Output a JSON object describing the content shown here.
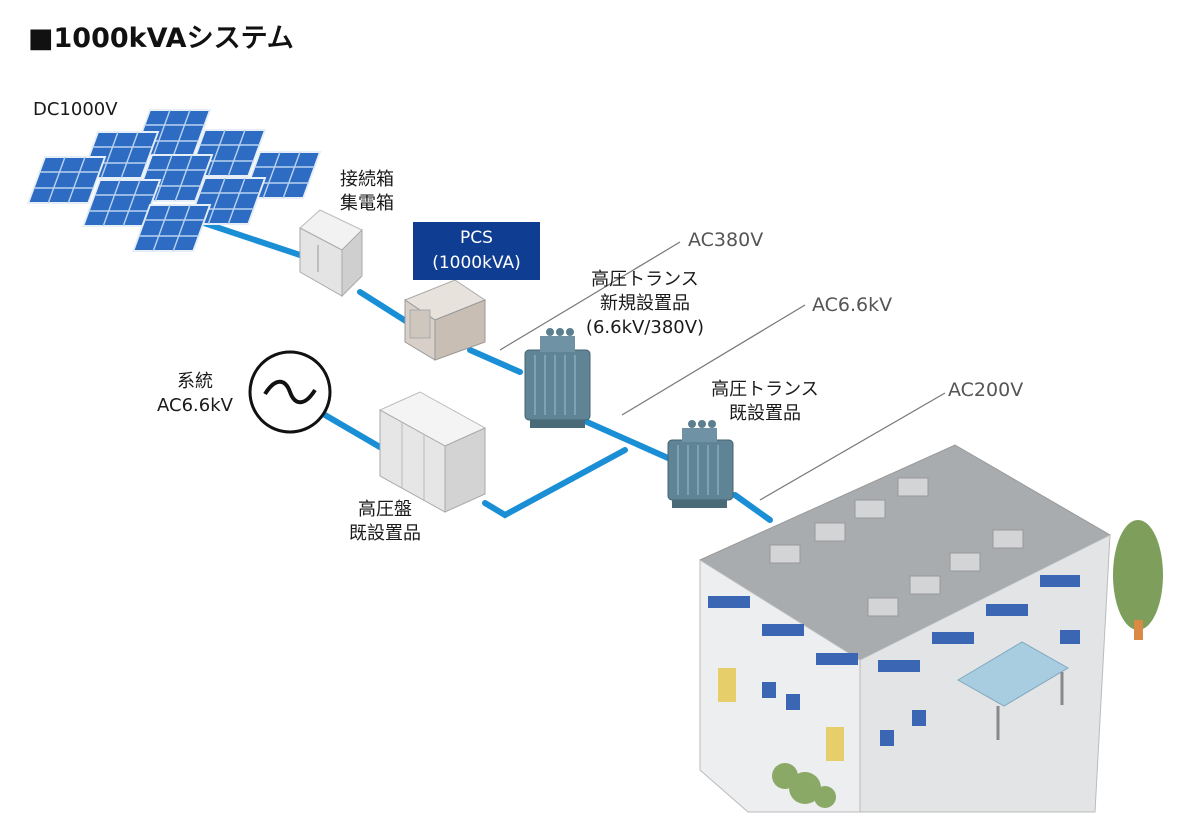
{
  "title": "■1000kVAシステム",
  "labels": {
    "dc_voltage": "DC1000V",
    "junction_box": [
      "接続箱",
      "集電箱"
    ],
    "pcs": [
      "PCS",
      "(1000kVA)"
    ],
    "ac380": "AC380V",
    "new_transformer": [
      "高圧トランス",
      "新規設置品",
      "(6.6kV/380V)"
    ],
    "ac66_line": "AC6.6kV",
    "existing_transformer": [
      "高圧トランス",
      "既設置品"
    ],
    "ac200": "AC200V",
    "grid": [
      "系統",
      "AC6.6kV"
    ],
    "hv_panel": [
      "高圧盤",
      "既設置品"
    ]
  },
  "colors": {
    "cable": "#1a8fd6",
    "pcs_box": "#0f3d92",
    "solar_panel": "#2d6cc2",
    "transformer": "#5f8496",
    "building_roof": "#a9acaf",
    "building_wall": "#eceef0",
    "tree": "#7e9e5c"
  }
}
